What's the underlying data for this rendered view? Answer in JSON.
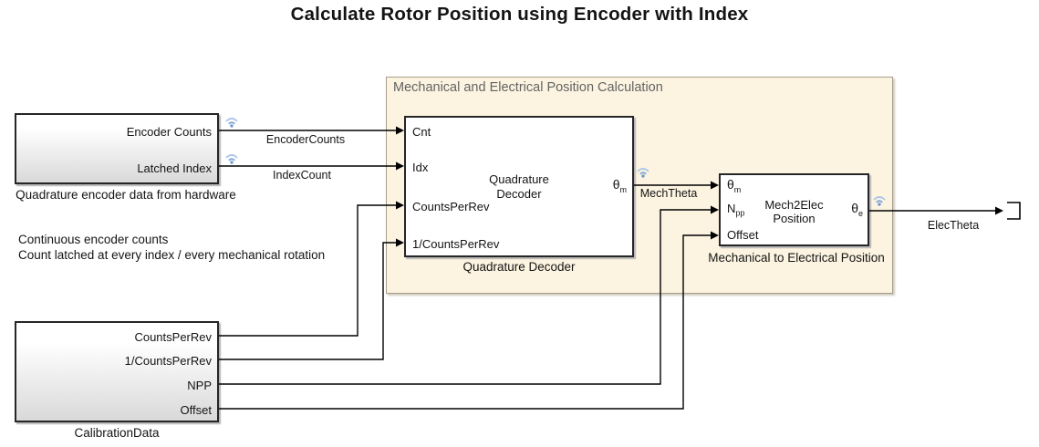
{
  "title": "Calculate Rotor Position using Encoder with Index",
  "area": {
    "title": "Mechanical and Electrical Position Calculation"
  },
  "blocks": {
    "hardware": {
      "caption": "Quadrature encoder data from hardware",
      "ports": [
        "Encoder Counts",
        "Latched Index"
      ]
    },
    "calibration": {
      "caption": "CalibrationData",
      "ports": [
        "CountsPerRev",
        "1/CountsPerRev",
        "NPP",
        "Offset"
      ]
    },
    "decoder": {
      "label_line1": "Quadrature",
      "label_line2": "Decoder",
      "caption": "Quadrature Decoder",
      "inputs": [
        "Cnt",
        "Idx",
        "CountsPerRev",
        "1/CountsPerRev"
      ],
      "output_base": "θ",
      "output_sub": "m"
    },
    "mech2elec": {
      "label_line1": "Mech2Elec",
      "label_line2": "Position",
      "caption": "Mechanical to Electrical Position",
      "inputs": [
        {
          "base": "θ",
          "sub": "m"
        },
        {
          "base": "N",
          "sub": "pp"
        },
        {
          "base": "Offset",
          "sub": ""
        }
      ],
      "output_base": "θ",
      "output_sub": "e"
    }
  },
  "signals": {
    "encoder_counts": "EncoderCounts",
    "index_count": "IndexCount",
    "mech_theta": "MechTheta",
    "elec_theta": "ElecTheta"
  },
  "annotation": {
    "line1": "Continuous encoder counts",
    "line2": "Count latched at every index / every mechanical rotation"
  },
  "icons": {
    "wireless": "wifi-signal-icon",
    "terminator": "open-bracket-terminator-icon"
  },
  "colors": {
    "area_fill": "#FCF4E1",
    "area_border": "#A79D88",
    "area_title_text": "#636363",
    "block_border": "#262626",
    "block_gradient_bottom": "#D9D9D9",
    "wire": "#000000",
    "wireless_outer": "#ADC6E8",
    "wireless_inner": "#7FA5D6"
  }
}
